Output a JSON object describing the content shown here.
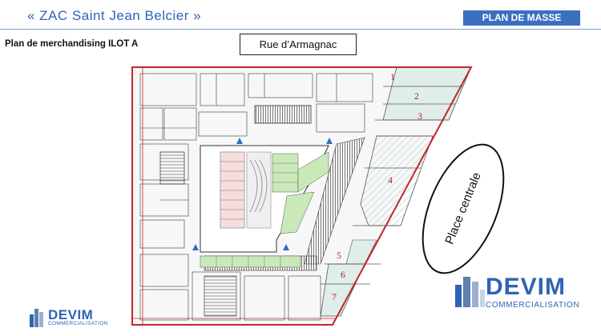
{
  "header": {
    "project_title": "« ZAC Saint Jean Belcier »",
    "badge": "PLAN DE MASSE",
    "subtitle": "Plan de merchandising ILOT A"
  },
  "plan": {
    "street_label": "Rue d’Armagnac",
    "place_label": "Place centrale",
    "lot_numbers": [
      "1",
      "2",
      "3",
      "4",
      "5",
      "6",
      "7"
    ],
    "colors": {
      "outline": "#c1272d",
      "retail_fill": "#d3ece6",
      "green_fill": "#c9e9b8",
      "lines": "#333333"
    }
  },
  "branding": {
    "name": "DEVIM",
    "tagline": "COMMERCIALISATION",
    "brand_color": "#2f63b6"
  }
}
